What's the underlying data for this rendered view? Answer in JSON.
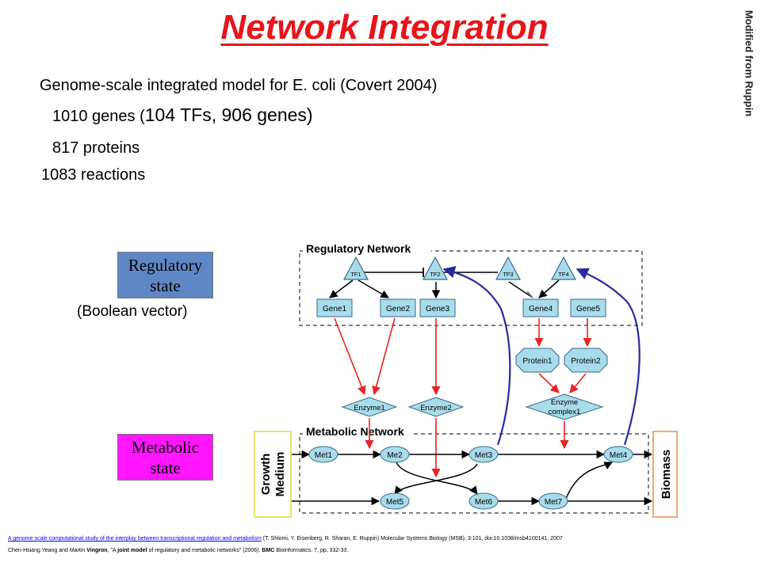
{
  "title": "Network Integration",
  "side_note": "Modified from Ruppin",
  "lines": {
    "model": "Genome-scale integrated model for E. coli (Covert 2004)",
    "genes_prefix": "1010 genes (",
    "genes_big": "104 TFs, 906 genes)",
    "proteins": "817 proteins",
    "reactions": "1083 reactions"
  },
  "regulatory_state": {
    "line1": "Regulatory",
    "line2": "state"
  },
  "boolean_vector": "(Boolean vector)",
  "metabolic_state": {
    "line1": "Metabolic",
    "line2": "state"
  },
  "diagram": {
    "regulatory_network_label": "Regulatory Network",
    "metabolic_network_label": "Metabolic Network",
    "tfs": [
      "TF1",
      "TF2",
      "TF3",
      "TF4"
    ],
    "genes": [
      "Gene1",
      "Gene2",
      "Gene3",
      "Gene4",
      "Gene5"
    ],
    "proteins": [
      "Protein1",
      "Protein2"
    ],
    "enzymes": [
      "Enzyme1",
      "Enzyme2"
    ],
    "complex": {
      "line1": "Enzyme",
      "line2": "complex1"
    },
    "metabolites": [
      "Met1",
      "Me2",
      "Met3",
      "Met4",
      "Met5",
      "Met6",
      "Met7"
    ],
    "growth_medium": {
      "line1": "Growth",
      "line2": "Medium"
    },
    "biomass": "Biomass",
    "colors": {
      "shape_fill": "#a8dcea",
      "shape_stroke": "#3a6a88",
      "red_arrow": "#e82424",
      "blue_arrow": "#2a2a9c",
      "growth_border": "#e8e070",
      "biomass_border": "#f0a878"
    }
  },
  "references": {
    "ref1_link": "A genome scale computational  study of the interplay between  transcriptional  regulation and  metabolism",
    "ref1_rest": "  (T. Shlomi, Y. Eisenberg, R. Sharan,  E. Ruppin)  Molecular Systems Biology (MSB), 3:101,  doi:10.1038/msb4100141,   2007",
    "ref2_a": "Chen-Hsiang Yeang  and Martin ",
    "ref2_b": "Vingron",
    "ref2_c": ", \"A ",
    "ref2_d": "joint model",
    "ref2_e": " of regulatory and metabolic networks\" (2006). ",
    "ref2_f": "BMC",
    "ref2_g": " Bioinformatics. 7, pp. 332-33."
  }
}
